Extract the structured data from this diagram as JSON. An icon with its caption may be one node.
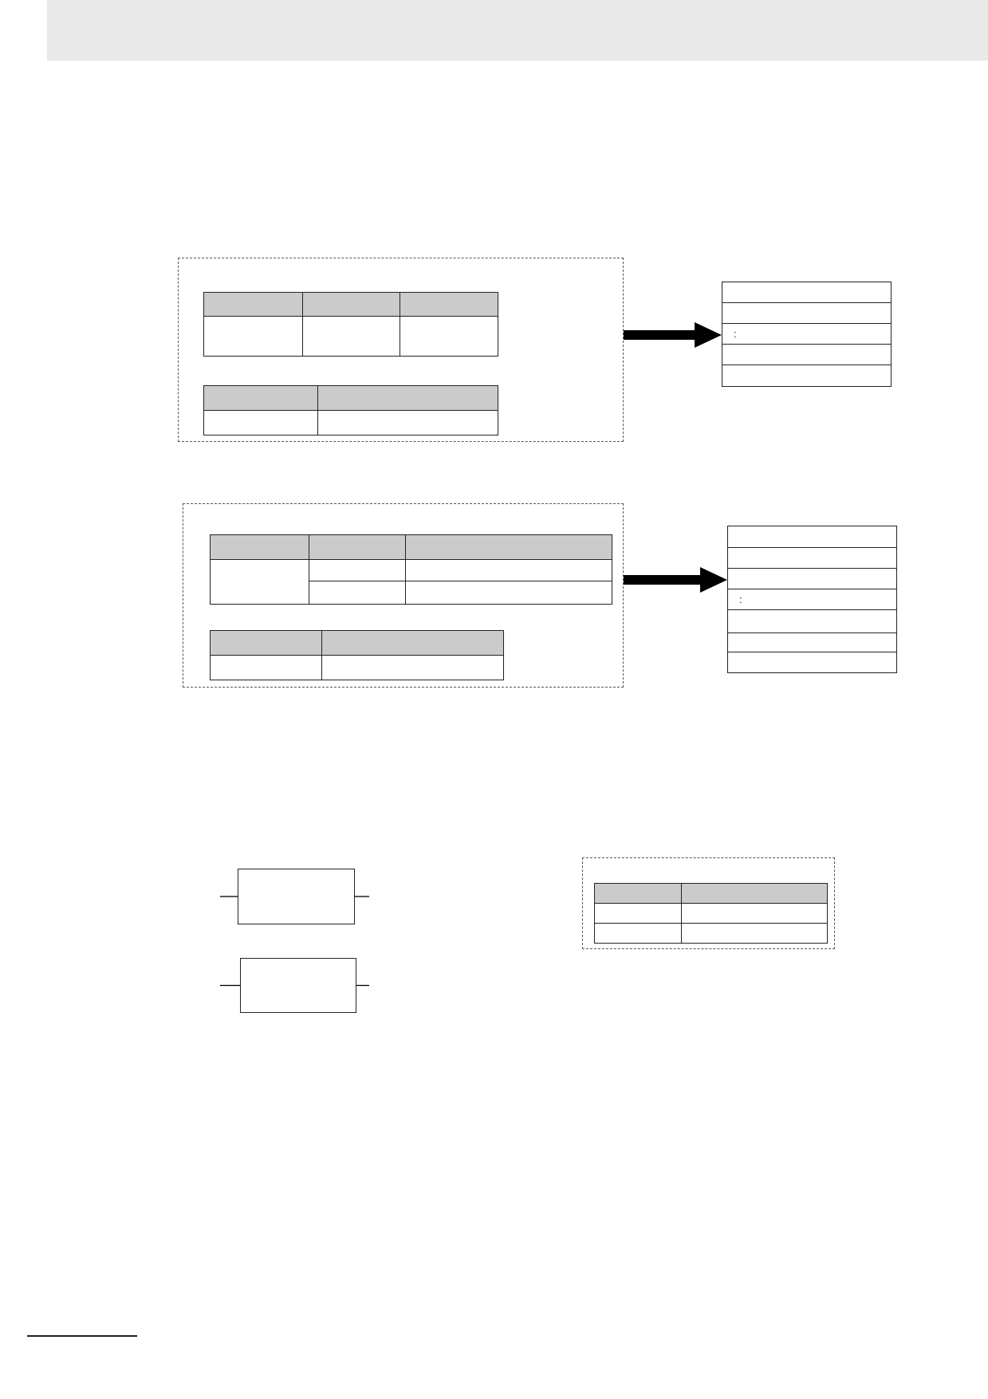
{
  "diagram": {
    "nodes": [
      {
        "text": [],
        "shape": "box"
      },
      {
        "text": [],
        "shape": "table",
        "in": 0
      },
      {
        "text": [],
        "shape": "table",
        "in": 0
      },
      {
        "text": [
          ":"
        ]
      },
      {
        "text": [],
        "shape": "box"
      },
      {
        "text": [],
        "shape": "table",
        "in": 4
      },
      {
        "text": [],
        "shape": "table",
        "in": 4
      },
      {
        "text": [
          ":"
        ]
      },
      {
        "text": [],
        "shape": "box"
      },
      {
        "text": [],
        "shape": "box"
      },
      {
        "text": [],
        "shape": "box"
      },
      {
        "text": [],
        "shape": "table",
        "in": 10
      }
    ],
    "edges": [
      {
        "from": 0,
        "to": 3,
        "arrow": "to",
        "style": "thick"
      },
      {
        "from": 4,
        "to": 7,
        "arrow": "to",
        "style": "thick"
      },
      {
        "from": null,
        "to": 8,
        "arrow": "none"
      },
      {
        "from": 8,
        "to": null,
        "arrow": "none"
      },
      {
        "from": null,
        "to": 9,
        "arrow": "none"
      },
      {
        "from": 9,
        "to": null,
        "arrow": "none"
      }
    ]
  }
}
